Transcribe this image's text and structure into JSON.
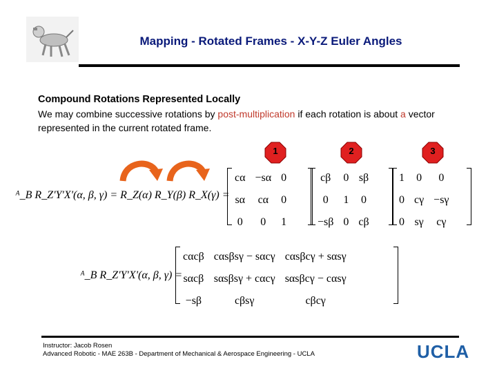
{
  "header": {
    "title": "Mapping - Rotated Frames - X-Y-Z Euler Angles"
  },
  "content": {
    "heading": "Compound Rotations Represented Locally",
    "text_part1": "We may combine successive rotations by ",
    "text_hl1": "post-multiplication",
    "text_part2": " if each rotation is about ",
    "text_hl2": "a",
    "text_part3": " vector represented in the current rotated frame."
  },
  "badges": [
    "1",
    "2",
    "3"
  ],
  "equation1": {
    "lhs": "ᴬ_B R_Z'Y'X'(α, β, γ) = R_Z(α) R_Y(β) R_X(γ) =",
    "rz": [
      [
        "cα",
        "−sα",
        "0"
      ],
      [
        "sα",
        "cα",
        "0"
      ],
      [
        "0",
        "0",
        "1"
      ]
    ],
    "ry": [
      [
        "cβ",
        "0",
        "sβ"
      ],
      [
        "0",
        "1",
        "0"
      ],
      [
        "−sβ",
        "0",
        "cβ"
      ]
    ],
    "rx": [
      [
        "1",
        "0",
        "0"
      ],
      [
        "0",
        "cγ",
        "−sγ"
      ],
      [
        "0",
        "sγ",
        "cγ"
      ]
    ]
  },
  "equation2": {
    "lhs": "ᴬ_B R_Z'Y'X'(α, β, γ) =",
    "matrix": [
      [
        "cαcβ",
        "cαsβsγ − sαcγ",
        "cαsβcγ + sαsγ"
      ],
      [
        "sαcβ",
        "sαsβsγ + cαcγ",
        "sαsβcγ − cαsγ"
      ],
      [
        "−sβ",
        "cβsγ",
        "cβcγ"
      ]
    ]
  },
  "footer": {
    "line1": "Instructor: Jacob Rosen",
    "line2": "Advanced Robotic - MAE 263B - Department of Mechanical & Aerospace Engineering - UCLA",
    "logo_text": "UCLA"
  },
  "colors": {
    "title": "#0a1a7a",
    "highlight": "#c0392b",
    "badge": "#e02020",
    "arrow": "#e8641c",
    "ucla": "#1f5fa6"
  }
}
